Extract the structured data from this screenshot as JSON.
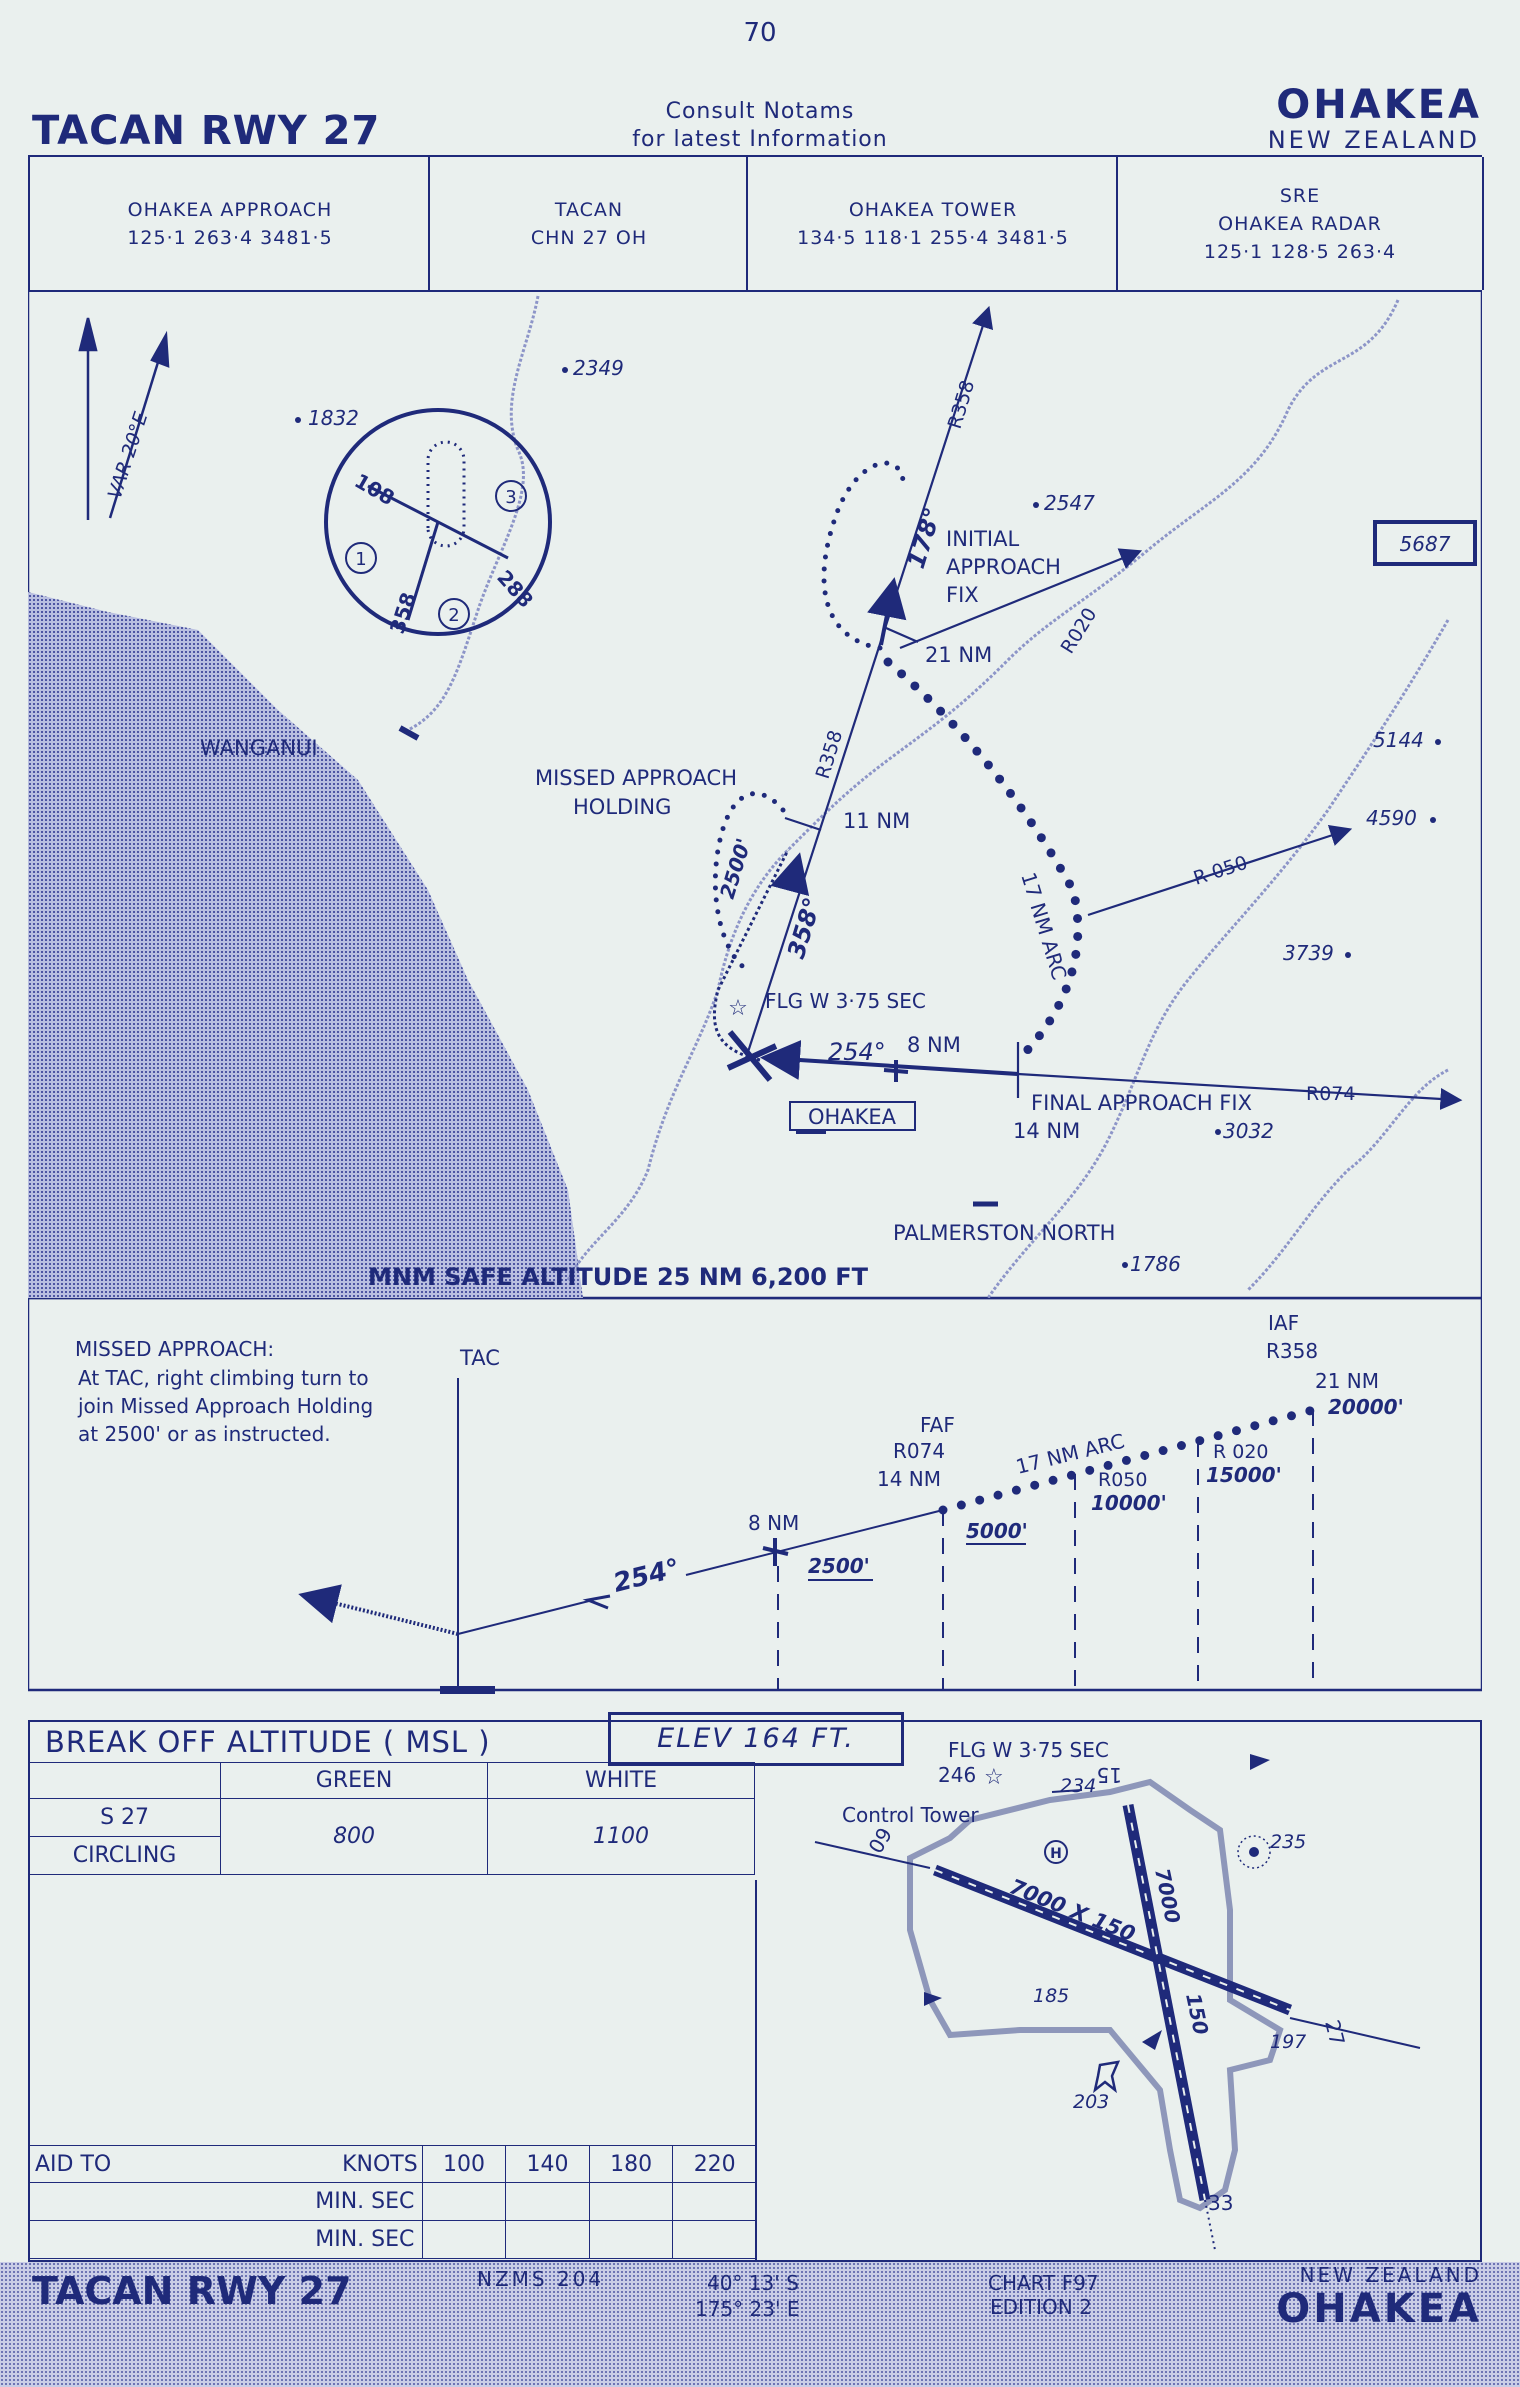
{
  "header": {
    "page_number": "70",
    "procedure": "TACAN RWY 27",
    "airport": "OHAKEA",
    "country": "NEW ZEALAND",
    "notice_line1": "Consult Notams",
    "notice_line2": "for latest Information"
  },
  "frequencies": [
    {
      "name": "OHAKEA APPROACH",
      "value": "125·1 263·4 3481·5"
    },
    {
      "name": "TACAN",
      "value": "CHN 27 OH"
    },
    {
      "name": "OHAKEA TOWER",
      "value": "134·5 118·1 255·4 3481·5"
    },
    {
      "name": "SRE",
      "name2": "OHAKEA RADAR",
      "value": "125·1 128·5 263·4"
    }
  ],
  "plan": {
    "variation": "VAR 20°E",
    "msa": "MNM SAFE ALTITUDE 25 NM 6,200 FT",
    "spot_heights": [
      "1832",
      "2349",
      "2547",
      "5687",
      "5144",
      "4590",
      "3739",
      "3032",
      "1786"
    ],
    "towns": [
      "WANGANUI",
      "PALMERSTON NORTH",
      "OHAKEA"
    ],
    "holding_inset": {
      "headings": [
        "108",
        "358",
        "288"
      ],
      "sectors": [
        "1",
        "2",
        "3"
      ]
    },
    "radials": [
      "R358",
      "R020",
      "R 050",
      "R074"
    ],
    "iaf": {
      "line1": "INITIAL",
      "line2": "APPROACH",
      "line3": "FIX",
      "distance": "21 NM",
      "course": "178°"
    },
    "missed_holding": {
      "line1": "MISSED APPROACH",
      "line2": "HOLDING",
      "altitude": "2500'",
      "distance": "11 NM",
      "course": "358°"
    },
    "arc": "17 NM ARC",
    "final": {
      "course": "254°",
      "distance": "8 NM",
      "faf": "FINAL APPROACH FIX",
      "faf_distance": "14 NM"
    },
    "light": "FLG W 3·75 SEC"
  },
  "profile": {
    "missed_title": "MISSED APPROACH:",
    "missed_lines": [
      "At TAC, right climbing turn to",
      "join Missed Approach Holding",
      "at 2500' or as instructed."
    ],
    "tac": "TAC",
    "course": "254°",
    "points": [
      {
        "label": "8 NM",
        "alt": "2500'"
      },
      {
        "label": "FAF",
        "label2": "R074",
        "label3": "14 NM",
        "alt": "5000'"
      },
      {
        "label": "17 NM ARC"
      },
      {
        "label": "R050",
        "alt": "10000'"
      },
      {
        "label": "R 020",
        "alt": "15000'"
      },
      {
        "label": "IAF",
        "label2": "R358",
        "label3": "21 NM",
        "alt": "20000'"
      }
    ]
  },
  "minima": {
    "title": "BREAK OFF ALTITUDE ( MSL )",
    "elevation": "ELEV 164 FT.",
    "col_green": "GREEN",
    "col_white": "WHITE",
    "row1": "S 27",
    "row2": "CIRCLING",
    "green_value": "800",
    "white_value": "1100",
    "speed_label": "AID TO",
    "knots_label": "KNOTS",
    "speeds": [
      "100",
      "140",
      "180",
      "220"
    ],
    "min_sec_label": "MIN. SEC"
  },
  "aerodrome": {
    "light": "FLG W 3·75 SEC",
    "light_height": "246",
    "tower": "Control Tower",
    "heights": [
      "234",
      "235",
      "185",
      "197",
      "203"
    ],
    "runway_main": "7000 X 150",
    "runway_cross": "7000",
    "runway_cross_width": "150",
    "runway_ends": [
      "09",
      "27",
      "15",
      "33"
    ]
  },
  "footer": {
    "procedure": "TACAN RWY 27",
    "map_ref": "NZMS 204",
    "lat": "40° 13' S",
    "lon": "175° 23' E",
    "chart": "CHART F97",
    "edition": "EDITION 2",
    "country": "NEW ZEALAND",
    "airport": "OHAKEA"
  }
}
